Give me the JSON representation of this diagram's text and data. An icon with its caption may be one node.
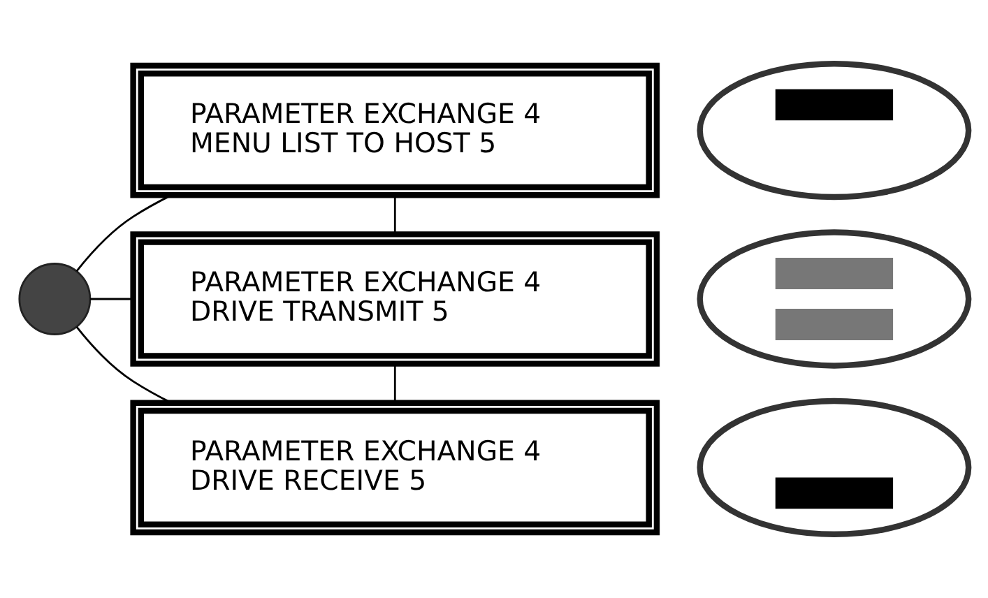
{
  "diagram": {
    "nodes": [
      {
        "text": [],
        "shape": "circle"
      },
      {
        "text": [
          "PARAMETER EXCHANGE 4",
          "MENU LIST TO HOST 5"
        ]
      },
      {
        "text": [],
        "shape": "ellipse"
      },
      {
        "text": [
          "PARAMETER EXCHANGE 4",
          "DRIVE TRANSMIT 5"
        ]
      },
      {
        "text": [],
        "shape": "ellipse"
      },
      {
        "text": [
          "PARAMETER EXCHANGE 4",
          "DRIVE RECEIVE 5"
        ]
      },
      {
        "text": [],
        "shape": "ellipse"
      }
    ],
    "edges": [
      {
        "from": 0,
        "to": 1,
        "arrow": "none"
      },
      {
        "from": 0,
        "to": 3,
        "arrow": "none"
      },
      {
        "from": 0,
        "to": 5,
        "arrow": "none"
      },
      {
        "from": 1,
        "to": 3,
        "arrow": "none"
      },
      {
        "from": 3,
        "to": 5,
        "arrow": "none"
      }
    ]
  }
}
